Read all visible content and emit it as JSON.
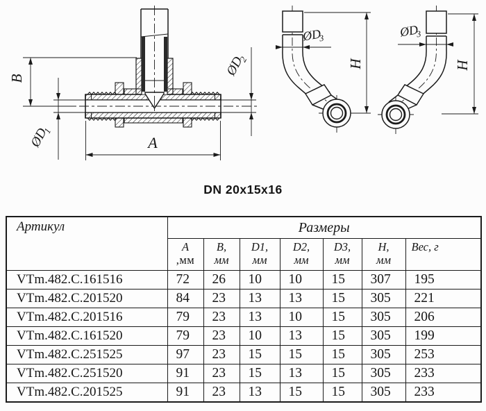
{
  "drawing": {
    "dn_label": "DN 20x15x16",
    "dims": {
      "A": "A",
      "B": "B",
      "H": "H",
      "D1": {
        "base": "ØD",
        "sub": "1"
      },
      "D2": {
        "base": "ØD",
        "sub": "2"
      },
      "D3": {
        "base": "ØD",
        "sub": "3"
      }
    }
  },
  "table": {
    "header": {
      "article": "Артикул",
      "sizes": "Размеры"
    },
    "columns": [
      {
        "line1": "A",
        "line2": ",мм"
      },
      {
        "line1": "B,",
        "line2": "мм"
      },
      {
        "line1": "D1,",
        "line2": "мм"
      },
      {
        "line1": "D2,",
        "line2": "мм"
      },
      {
        "line1": "D3,",
        "line2": "мм"
      },
      {
        "line1": "H,",
        "line2": "мм"
      },
      {
        "line1": "Вес, г",
        "line2": ""
      }
    ],
    "rows": [
      {
        "article": "VTm.482.C.161516",
        "values": [
          "72",
          "26",
          "10",
          "10",
          "15",
          "307",
          "195"
        ]
      },
      {
        "article": "VTm.482.C.201520",
        "values": [
          "84",
          "23",
          "13",
          "13",
          "15",
          "305",
          "221"
        ]
      },
      {
        "article": "VTm.482.C.201516",
        "values": [
          "79",
          "23",
          "13",
          "10",
          "15",
          "305",
          "206"
        ]
      },
      {
        "article": "VTm.482.C.161520",
        "values": [
          "79",
          "23",
          "10",
          "13",
          "15",
          "305",
          "199"
        ]
      },
      {
        "article": "VTm.482.C.251525",
        "values": [
          "97",
          "23",
          "15",
          "15",
          "15",
          "305",
          "253"
        ]
      },
      {
        "article": "VTm.482.C.251520",
        "values": [
          "91",
          "23",
          "15",
          "13",
          "15",
          "305",
          "233"
        ]
      },
      {
        "article": "VTm.482.C.201525",
        "values": [
          "91",
          "23",
          "13",
          "15",
          "15",
          "305",
          "233"
        ]
      }
    ]
  },
  "colors": {
    "line": "#1b1b1b",
    "background": "#fcfcfc"
  }
}
